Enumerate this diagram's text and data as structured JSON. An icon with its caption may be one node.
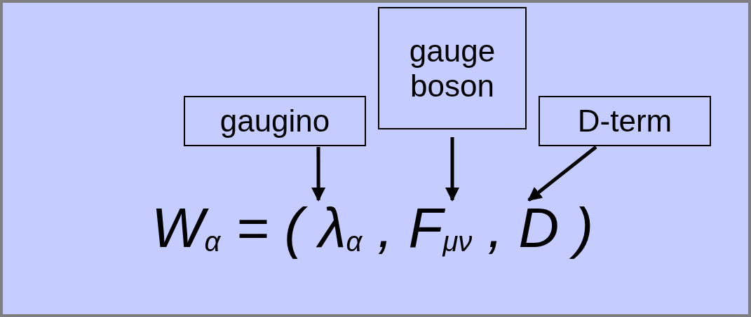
{
  "diagram": {
    "nodes": [
      {
        "text": [
          "gaugino"
        ]
      },
      {
        "text": [
          "gauge boson"
        ]
      },
      {
        "text": [
          "D-term"
        ]
      },
      {
        "text": [
          "λ$_{α}$"
        ]
      },
      {
        "text": [
          "F$_{μν}$"
        ]
      },
      {
        "text": [
          "D"
        ]
      }
    ],
    "edges": [
      {
        "from": 0,
        "to": 3,
        "arrow": "to"
      },
      {
        "from": 1,
        "to": 4,
        "arrow": "to"
      },
      {
        "from": 2,
        "to": 5,
        "arrow": "to"
      }
    ],
    "labels": [
      "W$_{α}$ = (",
      ",",
      ",",
      ")"
    ]
  }
}
